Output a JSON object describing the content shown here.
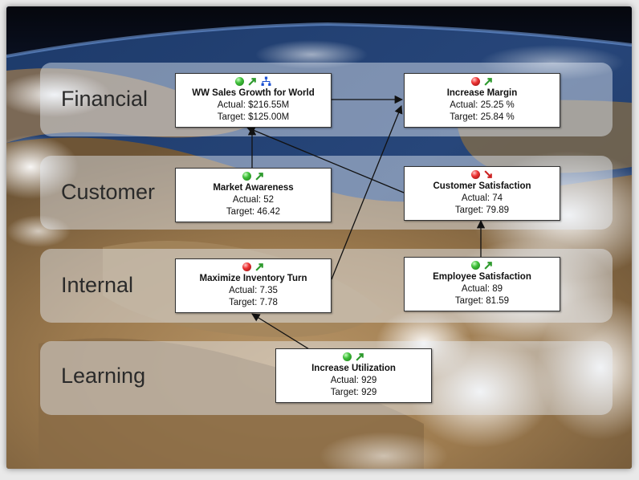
{
  "colors": {
    "good": "#3fbf3a",
    "bad": "#e33333",
    "trend_up": "#2e9a2e",
    "trend_down": "#cc2222",
    "hierarchy": "#1a4fd0"
  },
  "perspectives": [
    {
      "id": "financial",
      "label": "Financial"
    },
    {
      "id": "customer",
      "label": "Customer"
    },
    {
      "id": "internal",
      "label": "Internal"
    },
    {
      "id": "learning",
      "label": "Learning"
    }
  ],
  "objectives": [
    {
      "id": "ww-sales",
      "name": "WW Sales Growth for World",
      "actual": "Actual: $216.55M",
      "target": "Target: $125.00M",
      "status": "green",
      "trend": "up",
      "hierarchy_icon": true
    },
    {
      "id": "increase-margin",
      "name": "Increase Margin",
      "actual": "Actual: 25.25 %",
      "target": "Target: 25.84 %",
      "status": "red",
      "trend": "up"
    },
    {
      "id": "market-awareness",
      "name": "Market Awareness",
      "actual": "Actual: 52",
      "target": "Target: 46.42",
      "status": "green",
      "trend": "up"
    },
    {
      "id": "customer-satisfaction",
      "name": "Customer Satisfaction",
      "actual": "Actual: 74",
      "target": "Target: 79.89",
      "status": "red",
      "trend": "down"
    },
    {
      "id": "maximize-inventory",
      "name": "Maximize Inventory Turn",
      "actual": "Actual: 7.35",
      "target": "Target: 7.78",
      "status": "red",
      "trend": "up"
    },
    {
      "id": "employee-satisfaction",
      "name": "Employee Satisfaction",
      "actual": "Actual: 89",
      "target": "Target: 81.59",
      "status": "green",
      "trend": "up"
    },
    {
      "id": "increase-utilization",
      "name": "Increase Utilization",
      "actual": "Actual: 929",
      "target": "Target: 929",
      "status": "green",
      "trend": "up"
    }
  ],
  "links": [
    {
      "from": "market-awareness",
      "to": "ww-sales"
    },
    {
      "from": "ww-sales",
      "to": "increase-margin"
    },
    {
      "from": "customer-satisfaction",
      "to": "ww-sales"
    },
    {
      "from": "maximize-inventory",
      "to": "increase-margin"
    },
    {
      "from": "employee-satisfaction",
      "to": "customer-satisfaction"
    },
    {
      "from": "increase-utilization",
      "to": "maximize-inventory"
    }
  ]
}
